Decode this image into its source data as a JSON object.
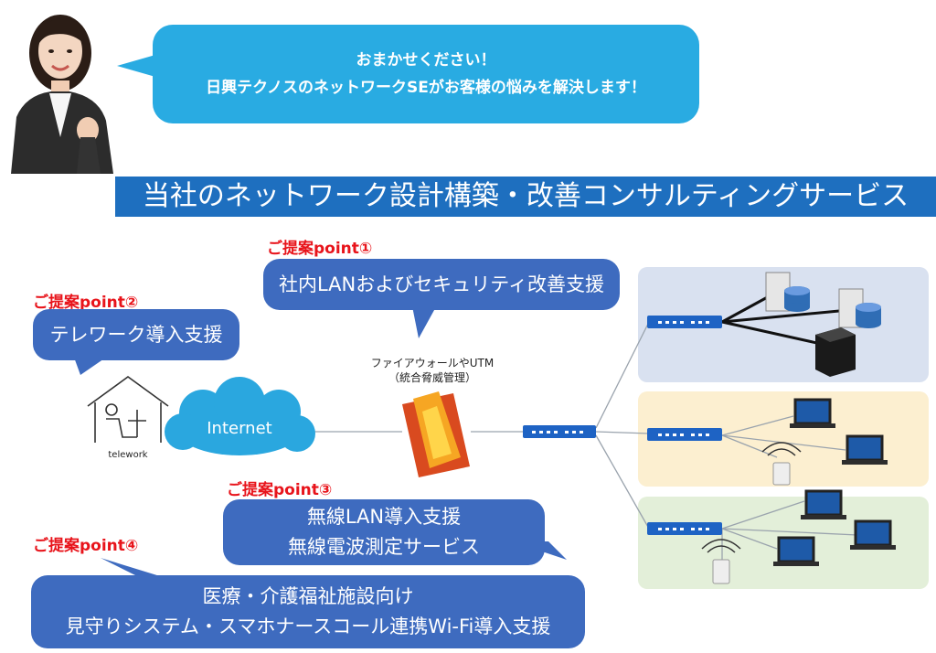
{
  "speech": {
    "line1": "おまかせください！",
    "line2": "日興テクノスのネットワークSEがお客様の悩みを解決します！"
  },
  "banner": {
    "title": "当社のネットワーク設計構築・改善コンサルティングサービス"
  },
  "points": [
    {
      "label": "ご提案point①",
      "lines": [
        "社内LANおよびセキュリティ改善支援"
      ]
    },
    {
      "label": "ご提案point②",
      "lines": [
        "テレワーク導入支援"
      ]
    },
    {
      "label": "ご提案point③",
      "lines": [
        "無線LAN導入支援",
        "無線電波測定サービス"
      ]
    },
    {
      "label": "ご提案point④",
      "lines": [
        "医療・介護福祉施設向け",
        "見守りシステム・スマホナースコール連携Wi-Fi導入支援"
      ]
    }
  ],
  "diagram": {
    "telework_label": "telework",
    "internet_label": "Internet",
    "firewall_line1": "ファイアウォールやUTM",
    "firewall_line2": "（統合脅威管理）"
  },
  "colors": {
    "speech": "#29abe2",
    "banner": "#1e6fbf",
    "callout": "#3e6bbf",
    "point_label": "#e8141b",
    "zone_server": "#d9e1f0",
    "zone_office": "#fcefd0",
    "zone_wifi": "#e3efd9",
    "cloud": "#2aa7df",
    "switch": "#1e63c4"
  }
}
